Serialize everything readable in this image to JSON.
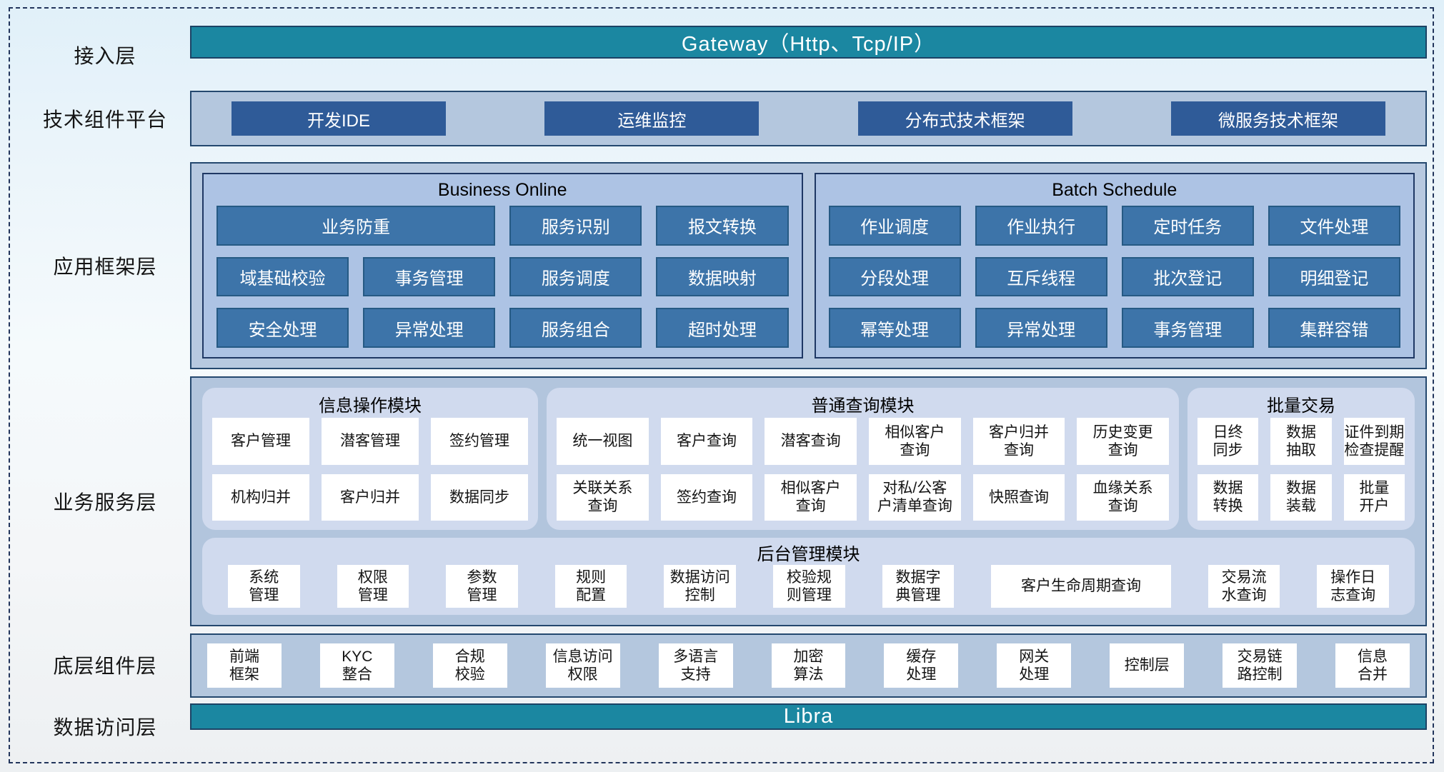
{
  "colors": {
    "teal_bar": "#1b87a1",
    "panel_light_blue": "#b4c7de",
    "framework_inner_blue": "#adc3e4",
    "dark_blue_button": "#2f5b98",
    "steel_blue_button": "#3d74a9",
    "module_background": "#d0daee",
    "cell_background": "#ffffff",
    "border_navy": "#24486e"
  },
  "access": {
    "label": "接入层",
    "gateway": "Gateway（Http、Tcp/IP）"
  },
  "tech": {
    "label": "技术组件平台",
    "items": [
      "开发IDE",
      "运维监控",
      "分布式技术框架",
      "微服务技术框架"
    ]
  },
  "framework": {
    "label": "应用框架层",
    "online": {
      "title": "Business Online",
      "cells": [
        "业务防重",
        "服务识别",
        "报文转换",
        "域基础校验",
        "事务管理",
        "服务调度",
        "数据映射",
        "安全处理",
        "异常处理",
        "服务组合",
        "超时处理"
      ]
    },
    "batch": {
      "title": "Batch Schedule",
      "cells": [
        "作业调度",
        "作业执行",
        "定时任务",
        "文件处理",
        "分段处理",
        "互斥线程",
        "批次登记",
        "明细登记",
        "幂等处理",
        "异常处理",
        "事务管理",
        "集群容错"
      ]
    }
  },
  "service": {
    "label": "业务服务层",
    "info_module": {
      "title": "信息操作模块",
      "cells": [
        "客户管理",
        "潜客管理",
        "签约管理",
        "机构归并",
        "客户归并",
        "数据同步"
      ]
    },
    "query_module": {
      "title": "普通查询模块",
      "cells": [
        "统一视图",
        "客户查询",
        "潜客查询",
        "相似客户\n查询",
        "客户归并\n查询",
        "历史变更\n查询",
        "关联关系\n查询",
        "签约查询",
        "相似客户\n查询",
        "对私/公客\n户清单查询",
        "快照查询",
        "血缘关系\n查询"
      ]
    },
    "batch_trade": {
      "title": "批量交易",
      "cells": [
        "日终\n同步",
        "数据\n抽取",
        "证件到期\n检查提醒",
        "数据\n转换",
        "数据\n装载",
        "批量\n开户"
      ]
    },
    "admin_module": {
      "title": "后台管理模块",
      "cells": [
        "系统\n管理",
        "权限\n管理",
        "参数\n管理",
        "规则\n配置",
        "数据访问\n控制",
        "校验规\n则管理",
        "数据字\n典管理",
        "客户生命周期查询",
        "交易流\n水查询",
        "操作日\n志查询"
      ]
    }
  },
  "base": {
    "label": "底层组件层",
    "cells": [
      "前端\n框架",
      "KYC\n整合",
      "合规\n校验",
      "信息访问\n权限",
      "多语言\n支持",
      "加密\n算法",
      "缓存\n处理",
      "网关\n处理",
      "控制层",
      "交易链\n路控制",
      "信息\n合并"
    ]
  },
  "data_access": {
    "label": "数据访问层",
    "bar": "Libra"
  }
}
